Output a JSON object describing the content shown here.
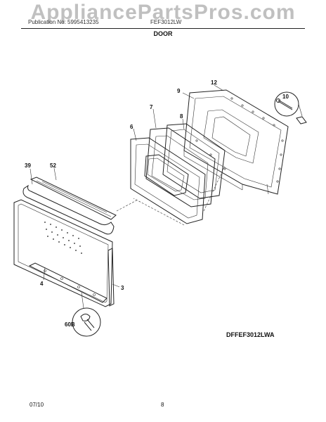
{
  "watermark": "AppliancePartsPros.com",
  "header": {
    "left_text": "Publication No: 5995413235",
    "right_text": "FEF3012LW",
    "section_title": "DOOR"
  },
  "model_label": "DFFEF3012LWA",
  "footer": {
    "date": "07/10",
    "page": "8"
  },
  "callouts": {
    "p12": "12",
    "p9": "9",
    "p10": "10",
    "p7": "7",
    "p8": "8",
    "p6": "6",
    "p39": "39",
    "p52": "52",
    "p4": "4",
    "p3": "3",
    "p60b": "60B"
  }
}
